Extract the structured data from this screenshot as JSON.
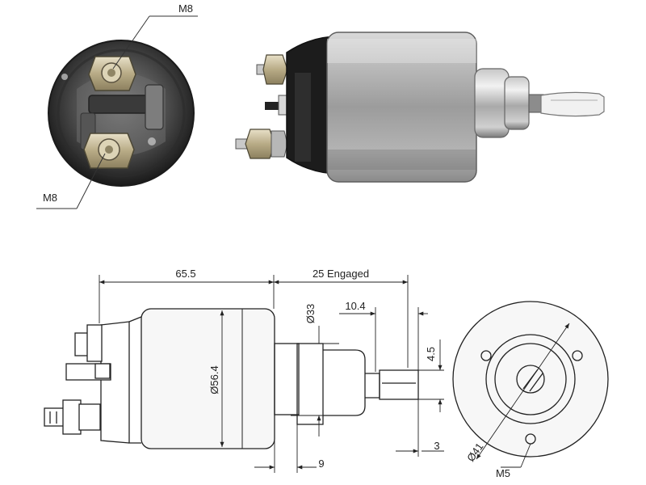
{
  "photo": {
    "end_view": {
      "label_top": "M8",
      "label_bottom": "M8"
    }
  },
  "drawing": {
    "dim_length": "65.5",
    "dim_stroke": "25 Engaged",
    "dim_body_diameter": "Ø56.4",
    "dim_nose_diameter": "Ø33",
    "dim_plunger_offset": "10.4",
    "dim_slot_width": "4.5",
    "dim_nose_length": "9",
    "dim_plunger_tip": "3",
    "dim_bolt_circle": "Ø41",
    "mount_thread": "M5"
  }
}
